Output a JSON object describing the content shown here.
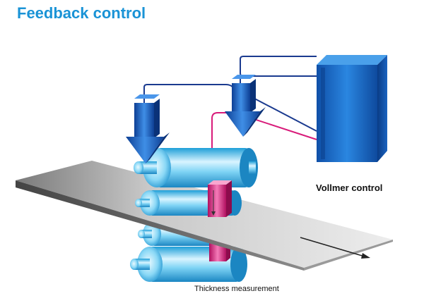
{
  "title": "Feedback control",
  "labels": {
    "control_unit": "Vollmer control",
    "thickness_measurement": "Thickness measurement"
  },
  "colors": {
    "title": "#1a93d6",
    "control_cabinet": "#1565c0",
    "signal_line_blue": "#1a3a8f",
    "signal_line_magenta": "#d81b7a",
    "rolls": "#5bc8ef",
    "actuators": "#1f63c2",
    "sensor": "#e0308a",
    "strip": "#b0b0b0"
  },
  "icons": [
    "control-cabinet-icon",
    "roll-stand-icon",
    "hydraulic-actuator-icon",
    "thickness-gauge-icon",
    "strip-direction-arrow-icon"
  ]
}
